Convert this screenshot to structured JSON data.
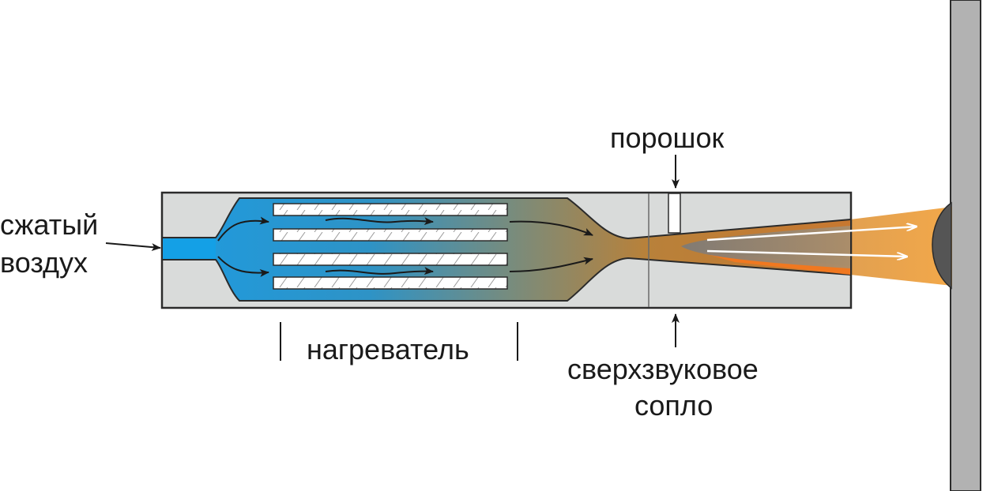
{
  "labels": {
    "inlet_line1": "сжатый",
    "inlet_line2": "воздух",
    "heater": "нагреватель",
    "powder": "порошок",
    "nozzle_line1": "сверхзвуковое",
    "nozzle_line2": "сопло"
  },
  "colors": {
    "body_fill": "#d9dbda",
    "body_stroke": "#2b2b2b",
    "cold_gas": "#1e9be0",
    "mid_gas": "#7d8b78",
    "hot_gas": "#b8813a",
    "jet": "#f0a44e",
    "jet_core": "#f07820",
    "substrate": "#b2b2b2",
    "deposit": "#555555",
    "heater_fill": "#ffffff"
  }
}
